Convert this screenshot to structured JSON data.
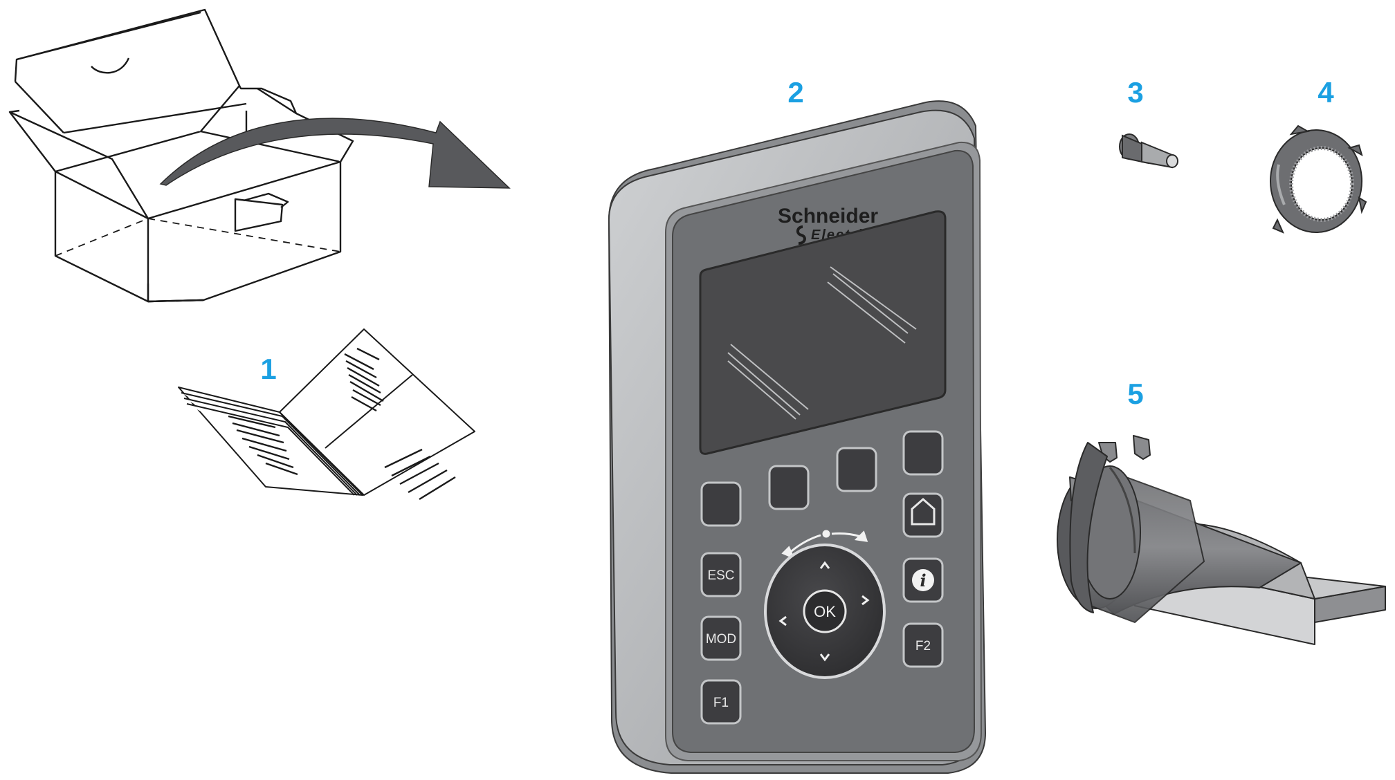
{
  "callouts": {
    "c1": "1",
    "c2": "2",
    "c3": "3",
    "c4": "4",
    "c5": "5"
  },
  "colors": {
    "callout": "#1ba0e2",
    "body": "#b8babd",
    "face": "#6f7174",
    "screen": "#4a4a4c",
    "key": "#3d3d40"
  },
  "terminal": {
    "brand_name": "Schneider",
    "brand_sub": "Electric",
    "keys": {
      "esc": "ESC",
      "mod": "MOD",
      "f1": "F1",
      "f2": "F2",
      "ok": "OK"
    },
    "icons": [
      "home-icon",
      "info-icon",
      "arrow-up-icon",
      "arrow-down-icon",
      "arrow-left-icon",
      "arrow-right-icon"
    ]
  }
}
